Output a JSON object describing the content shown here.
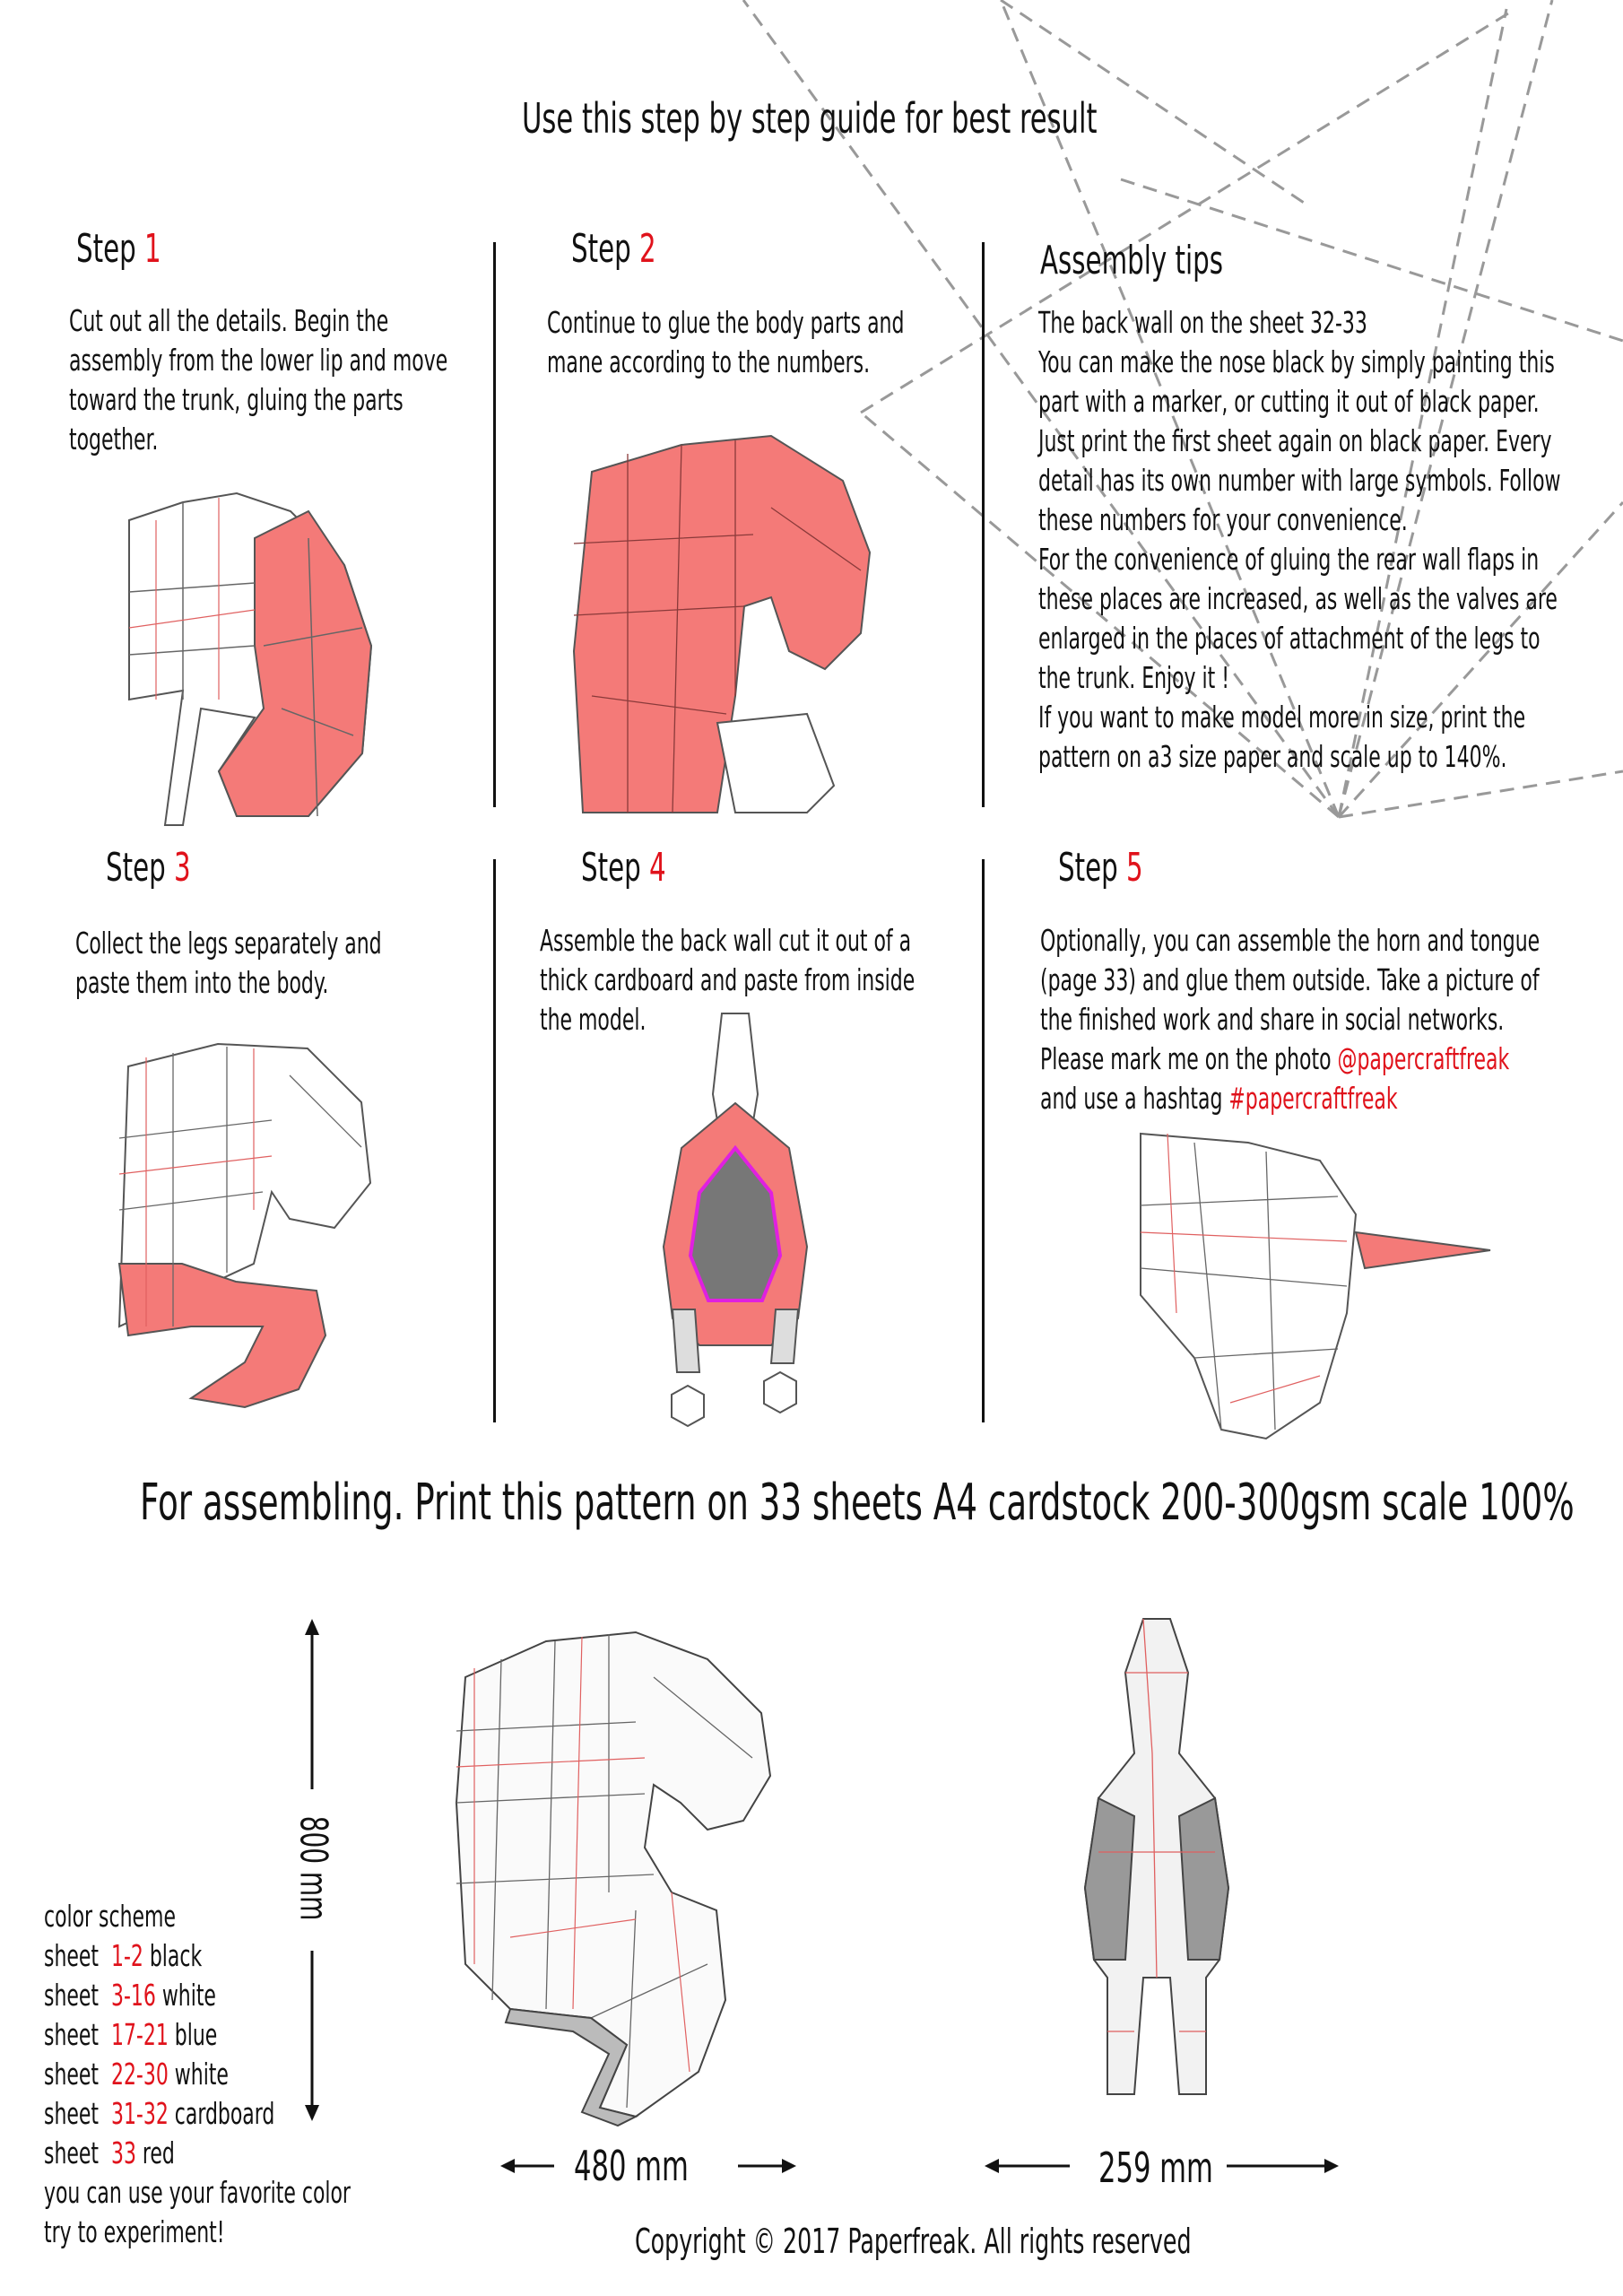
{
  "title": "Use this step by step guide for best result",
  "steps": [
    {
      "label": "Step",
      "number": "1",
      "lines": [
        "Cut out all the details. Begin the",
        "assembly from the lower lip and move",
        "toward the trunk, gluing the parts",
        "together."
      ]
    },
    {
      "label": "Step",
      "number": "2",
      "lines": [
        "Continue to glue the body parts and",
        "mane according to the numbers."
      ]
    },
    {
      "label": "Step",
      "number": "3",
      "lines": [
        "Collect the legs separately and",
        "paste them into the body."
      ]
    },
    {
      "label": "Step",
      "number": "4",
      "lines": [
        "Assemble the back wall cut it out of a",
        "thick cardboard and paste from inside",
        "the model."
      ]
    },
    {
      "label": "Step",
      "number": "5",
      "lines": [
        "Optionally, you can assemble the horn and tongue",
        "(page 33) and glue them outside. Take a picture of",
        "the finished work and share in social networks."
      ],
      "mark_prefix": "Please mark me on the photo ",
      "mark_handle": "@papercraftfreak",
      "hashtag_prefix": "and use a hashtag ",
      "hashtag": "#papercraftfreak"
    }
  ],
  "tips": {
    "heading": "Assembly tips",
    "lines": [
      "The back wall on the sheet 32-33",
      "You can make the nose black by simply painting this",
      "part with a marker, or cutting it out of black paper.",
      "Just print the first sheet again on black paper. Every",
      "detail has its own number with large symbols. Follow",
      "these numbers for your convenience.",
      "For the convenience of gluing the rear wall flaps in",
      "these places are increased, as well as the valves are",
      "enlarged in the places of attachment of the legs to",
      "the trunk. Enjoy it !",
      "If you want to make model more in size, print the",
      "pattern on a3 size paper and scale up to 140%."
    ]
  },
  "print_instruction": "For assembling. Print this pattern on 33 sheets A4 cardstock 200-300gsm scale 100%",
  "dimensions": {
    "height": "800 mm",
    "length": "480 mm",
    "width": "259 mm"
  },
  "color_scheme": {
    "heading": "color  scheme",
    "rows": [
      {
        "label": "sheet",
        "range": "1-2",
        "color": "black"
      },
      {
        "label": "sheet",
        "range": "3-16",
        "color": "white"
      },
      {
        "label": "sheet",
        "range": "17-21",
        "color": "blue"
      },
      {
        "label": "sheet",
        "range": "22-30",
        "color": "white"
      },
      {
        "label": "sheet",
        "range": "31-32",
        "color": "cardboard"
      },
      {
        "label": "sheet",
        "range": "33",
        "color": "red"
      }
    ],
    "footer": [
      "you can use your favorite color",
      "try to experiment!"
    ]
  },
  "copyright": "Copyright © 2017 Paperfreak. All rights reserved",
  "colors": {
    "accent": "#e0121b",
    "highlight_fill": "#f47a78",
    "mesh": "#555555"
  }
}
